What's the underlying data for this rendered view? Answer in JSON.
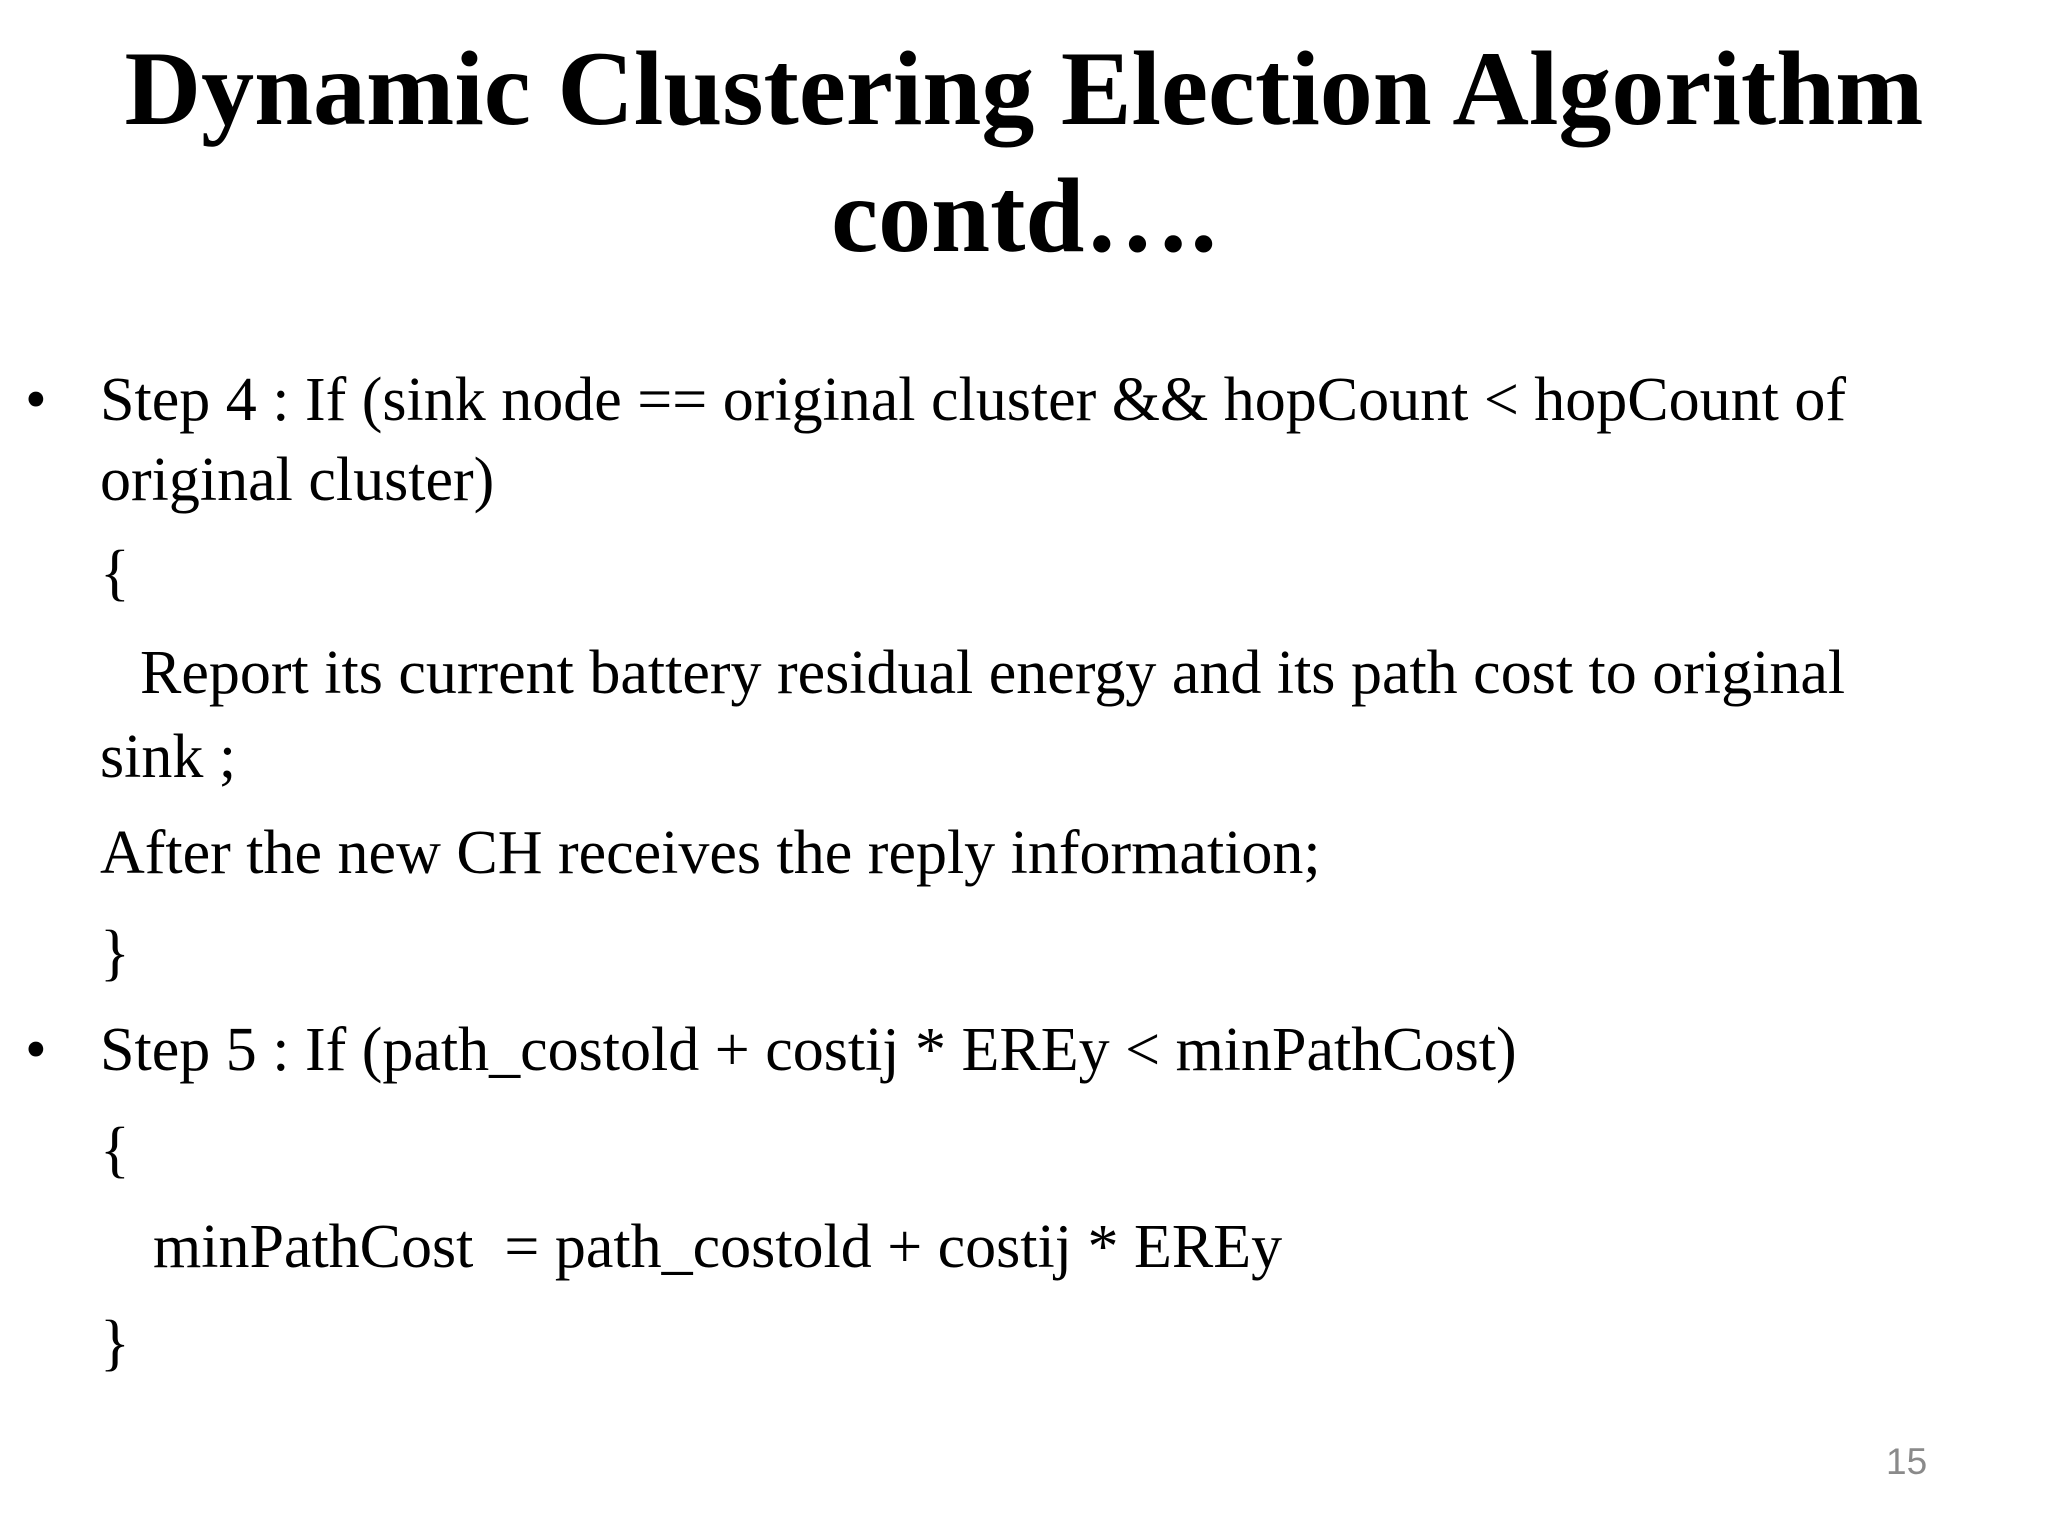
{
  "title": {
    "line1": "Dynamic Clustering Election Algorithm",
    "line2": "contd…."
  },
  "bullet_glyph": "•",
  "body": {
    "lines": [
      {
        "text": "Step 4 : If (sink node == original cluster && hopCount < hopCount of"
      },
      {
        "text": "original cluster)"
      },
      {
        "text": "{"
      },
      {
        "text": "Report its current battery residual energy and its path cost to original"
      },
      {
        "text": "sink ;"
      },
      {
        "text": "After the new CH receives the reply information;"
      },
      {
        "text": "}"
      },
      {
        "text": "Step 5 : If (path_costold + costij * EREy < minPathCost)"
      },
      {
        "text": "{"
      },
      {
        "text": "minPathCost  = path_costold + costij * EREy"
      },
      {
        "text": "}"
      }
    ]
  },
  "page_number": "15"
}
